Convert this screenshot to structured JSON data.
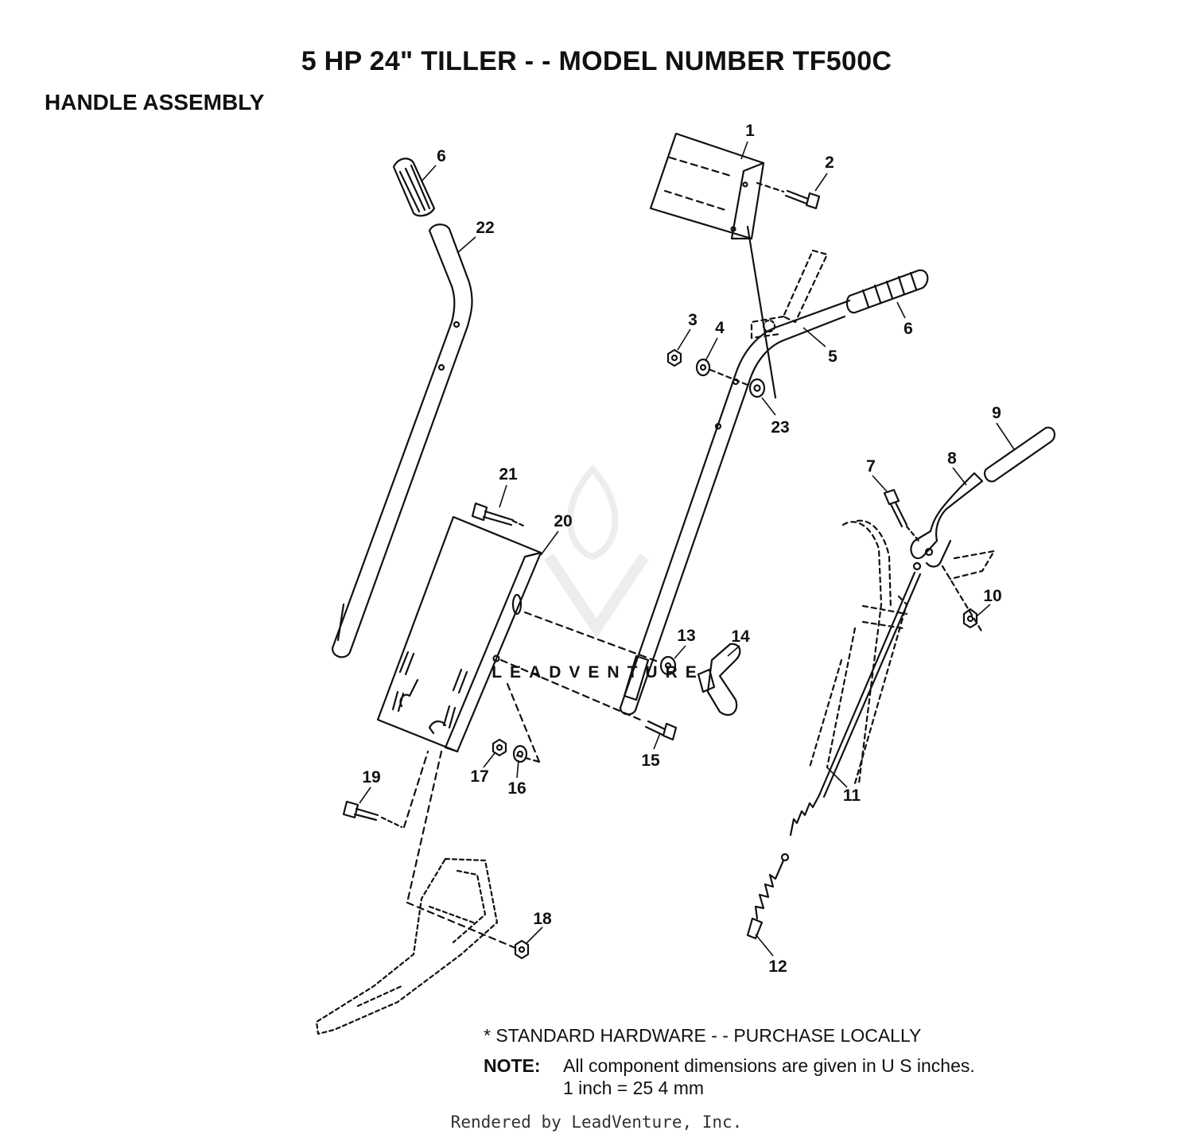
{
  "header": {
    "title": "5 HP 24\" TILLER - - MODEL NUMBER TF500C",
    "section": "HANDLE ASSEMBLY"
  },
  "watermark": {
    "brand": "LEADVENTURE"
  },
  "callouts": {
    "c1": "1",
    "c2": "2",
    "c3": "3",
    "c4": "4",
    "c5": "5",
    "c6a": "6",
    "c6b": "6",
    "c7": "7",
    "c8": "8",
    "c9": "9",
    "c10": "10",
    "c11": "11",
    "c12": "12",
    "c13": "13",
    "c14": "14",
    "c15": "15",
    "c16": "16",
    "c17": "17",
    "c18": "18",
    "c19": "19",
    "c20": "20",
    "c21": "21",
    "c22": "22",
    "c23": "23"
  },
  "footer": {
    "standard_hardware": "* STANDARD HARDWARE - - PURCHASE LOCALLY",
    "note_label": "NOTE:",
    "note_line1": "All component dimensions are given in U S  inches.",
    "note_line2": "1 inch = 25 4 mm",
    "credit": "Rendered by LeadVenture, Inc."
  }
}
